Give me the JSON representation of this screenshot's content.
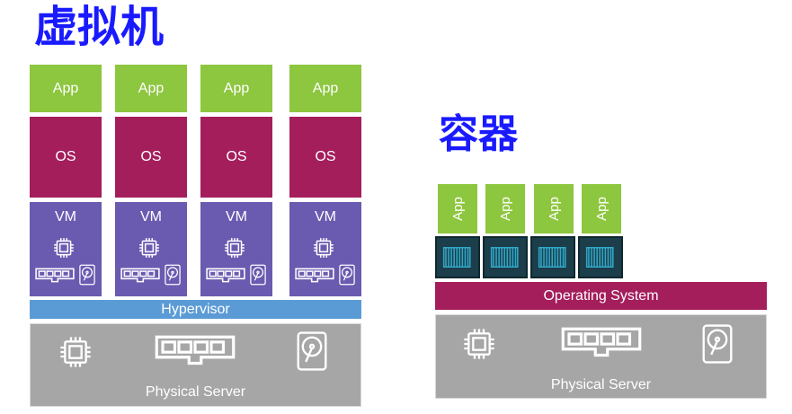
{
  "vm_section": {
    "title": "虚拟机",
    "vms": [
      {
        "app": "App",
        "os": "OS",
        "vm": "VM"
      },
      {
        "app": "App",
        "os": "OS",
        "vm": "VM"
      },
      {
        "app": "App",
        "os": "OS",
        "vm": "VM"
      },
      {
        "app": "App",
        "os": "OS",
        "vm": "VM"
      }
    ],
    "hypervisor": "Hypervisor",
    "server": "Physical Server"
  },
  "container_section": {
    "title": "容器",
    "apps": [
      "App",
      "App",
      "App",
      "App"
    ],
    "os": "Operating System",
    "server": "Physical Server"
  },
  "icons": [
    "cpu-icon",
    "memory-icon",
    "hard-disk-icon",
    "container-icon"
  ],
  "colors": {
    "title": "#1a1aff",
    "app": "#8dc63f",
    "os": "#a41e5c",
    "vm": "#6a5ab0",
    "hypervisor": "#5b9bd5",
    "server": "#a6a6a6",
    "container": "#1c3d4a",
    "container_stripes": "#2fa8c8"
  }
}
